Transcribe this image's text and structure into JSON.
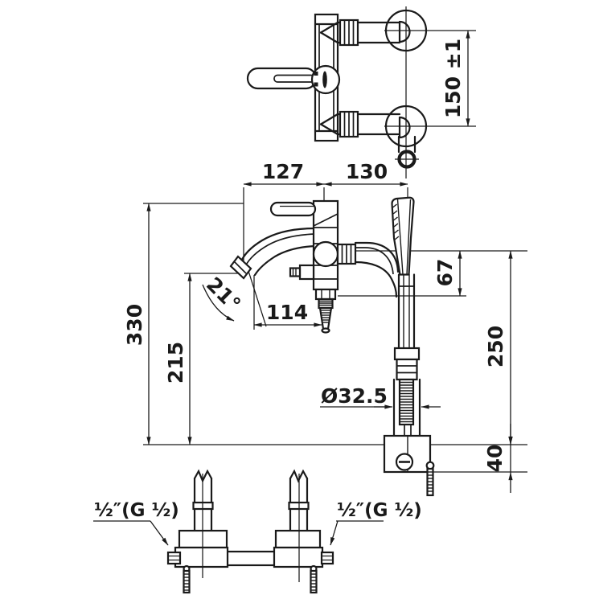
{
  "colors": {
    "line": "#1a1a1a",
    "background": "#ffffff"
  },
  "dimensions": {
    "center_distance": "150 ±1",
    "spout_reach": "127",
    "shower_offset": "130",
    "overall_height": "330",
    "spout_height": "215",
    "spout_angle": "21°",
    "spout_tip_to_hose": "114",
    "shower_elbow_drop": "67",
    "hose_drop": "250",
    "wall_bracket_depth": "40",
    "hose_diameter": "Ø32.5",
    "connection_left": "½″(G ½)",
    "connection_right": "½″(G ½)"
  }
}
